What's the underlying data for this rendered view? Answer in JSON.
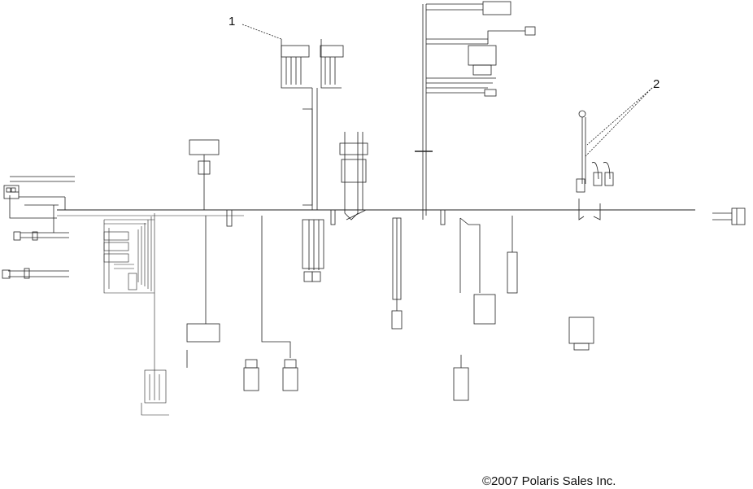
{
  "callouts": [
    {
      "label": "1"
    },
    {
      "label": "2"
    }
  ],
  "copyright": "©2007 Polaris Sales Inc.",
  "colors": {
    "line": "#222222",
    "background": "#ffffff"
  }
}
